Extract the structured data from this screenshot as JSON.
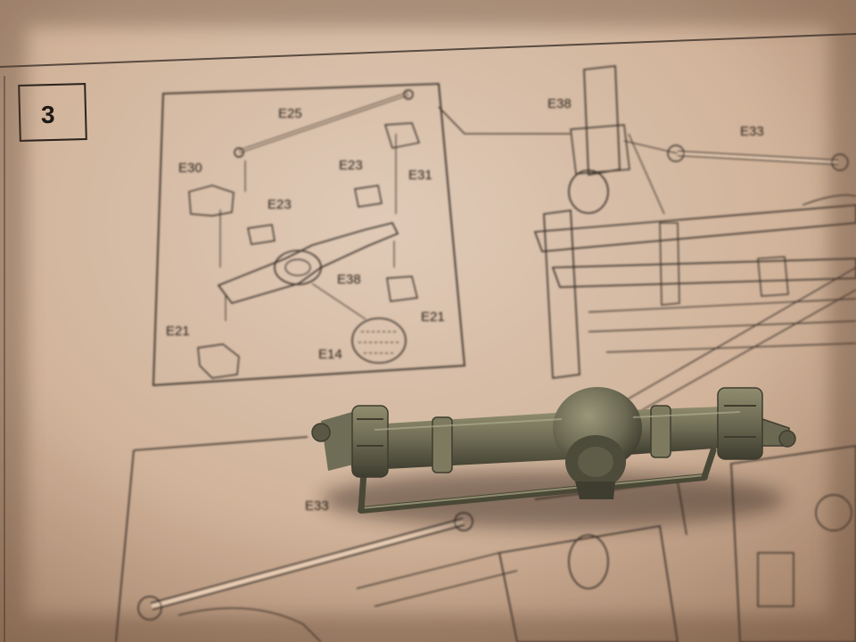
{
  "photo": {
    "subject": "model-kit-instruction-sheet-with-assembled-axle",
    "step_number": "3",
    "part_labels": {
      "e25": "E25",
      "e31": "E31",
      "e30": "E30",
      "e23_a": "E23",
      "e23_b": "E23",
      "e38_inset": "E38",
      "e21_right": "E21",
      "e21_left": "E21",
      "e14": "E14",
      "e38_main": "E38",
      "e33_top": "E33",
      "e33_lower": "E33"
    },
    "colors": {
      "paper": "#e9cdb4",
      "paper_shadow": "#b89378",
      "line": "#3a3029",
      "plastic": "#6f6d55",
      "plastic_highlight": "#8d8a6c",
      "plastic_shadow": "#3f3d2f"
    }
  }
}
